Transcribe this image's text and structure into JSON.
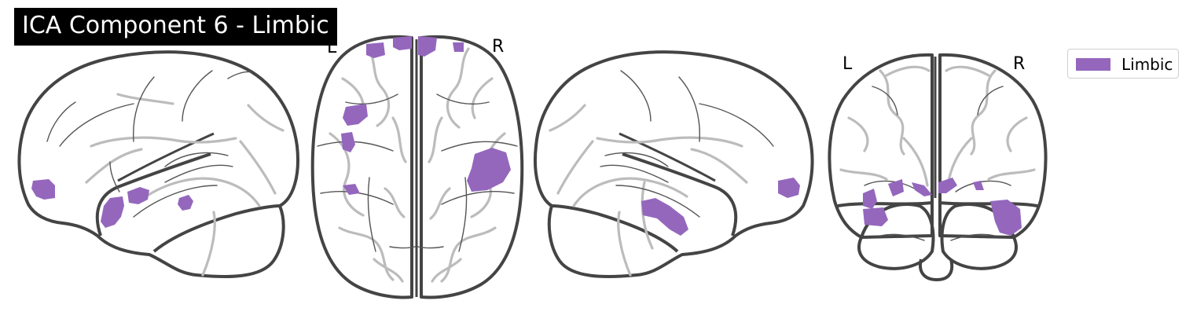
{
  "title": "ICA Component 6 - Limbic",
  "orientation_labels": {
    "axial_left": "L",
    "axial_right": "R",
    "coronal_left": "L",
    "coronal_right": "R"
  },
  "legend": {
    "label": "Limbic",
    "color": "#9467bd"
  },
  "colors": {
    "component": "#9467bd",
    "outline": "#444444",
    "sulci": "#bcbcbc",
    "title_background": "#000000",
    "title_text": "#ffffff"
  },
  "views": [
    "sagittal-left",
    "axial",
    "sagittal-right",
    "coronal"
  ]
}
